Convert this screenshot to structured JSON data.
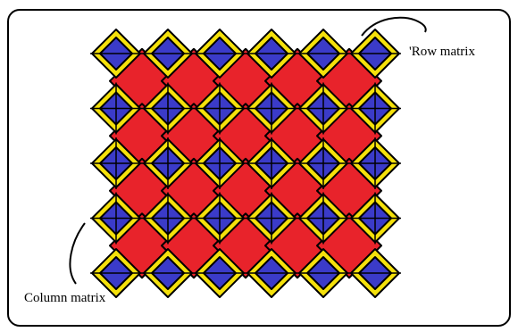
{
  "labels": {
    "row_matrix": "'Row  matrix",
    "column_matrix": "Column  matrix"
  },
  "matrix": {
    "rows": 5,
    "cols": 6
  },
  "colors": {
    "tile_fill": "#e8232b",
    "cell_blue": "#3b3bc9",
    "cell_yellow": "#f5e10b",
    "outline": "#000000",
    "frame": "#000000"
  }
}
